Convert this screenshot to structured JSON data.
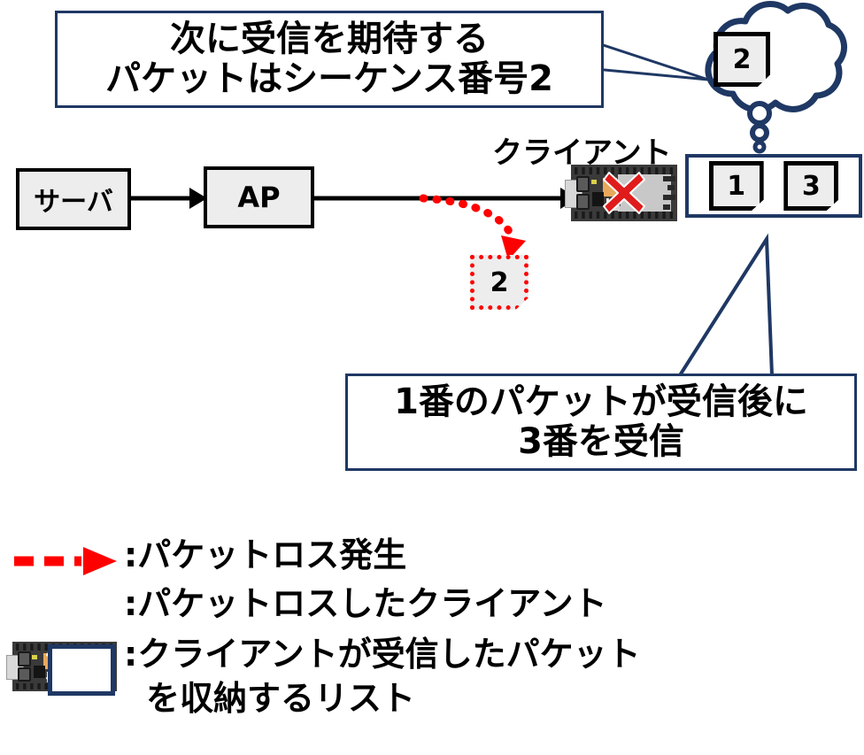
{
  "diagram": {
    "title_callout": {
      "lines": [
        "次に受信を期待する",
        "パケットはシーケンス番号2"
      ]
    },
    "bottom_callout": {
      "lines": [
        "1番のパケットが受信後に",
        "3番を受信"
      ]
    },
    "nodes": {
      "server": "サーバ",
      "ap": "AP",
      "client_label": "クライアント"
    },
    "packets": {
      "expected_in_cloud": "2",
      "lost_packet": "2",
      "received_list": [
        "1",
        "3"
      ]
    },
    "colors": {
      "navy": "#1F3864",
      "red": "#FF0000",
      "black": "#000000",
      "packet_fill": "#EDEDED",
      "board_dark": "#3A3A3A",
      "board_shield": "#C8C8C8",
      "chip_orange": "#E8A95C"
    }
  },
  "legend": {
    "items": [
      {
        "icon": "red-dashed-arrow-icon",
        "lines": [
          ":パケットロス発生"
        ]
      },
      {
        "icon": "client-board-x-icon",
        "lines": [
          ":パケットロスしたクライアント"
        ]
      },
      {
        "icon": "navy-list-box-icon",
        "lines": [
          ":クライアントが受信したパケット",
          "を収納するリスト"
        ]
      }
    ]
  }
}
